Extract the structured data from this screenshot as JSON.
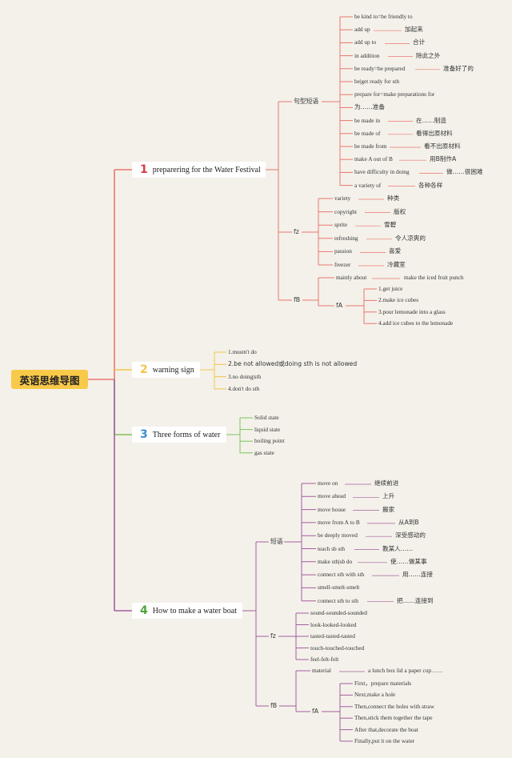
{
  "root": "英语思维导图",
  "b1": {
    "num": "1",
    "title": "preparering for the Water Festival",
    "g1": "句型短语",
    "phrases": [
      [
        "be kind to=be friendly to",
        ""
      ],
      [
        "add up",
        "加起来"
      ],
      [
        "add up to",
        "合计"
      ],
      [
        "in addition",
        "除此之外"
      ],
      [
        "be ready=be prepared",
        "准备好了的"
      ],
      [
        "be|get ready for sth",
        ""
      ],
      [
        "prepare for=make preparations for",
        ""
      ],
      [
        "为……准备",
        ""
      ],
      [
        "be made in",
        "在……制造"
      ],
      [
        "be made of",
        "看得出原材料"
      ],
      [
        "be made from",
        "看不出原材料"
      ],
      [
        "make A out of B",
        "用B制作A"
      ],
      [
        "have difficulty in doing",
        "做……很困难"
      ],
      [
        "a variety of",
        "各种各样"
      ]
    ],
    "g2": "fz",
    "fz": [
      [
        "variety",
        "种类"
      ],
      [
        "copyright",
        "版权"
      ],
      [
        "sprite",
        "雪碧"
      ],
      [
        "refreshing",
        "令人凉爽的"
      ],
      [
        "passion",
        "喜爱"
      ],
      [
        "freezer",
        "冷藏室"
      ]
    ],
    "g3": "fB",
    "fb_main": [
      "mainly about",
      "make the iced fruit punch"
    ],
    "fa": "fA",
    "fa_items": [
      "1.get juice",
      "2.make ice cubes",
      "3.pour lemonade into a glass",
      "4.add ice cubes to the lemonade"
    ]
  },
  "b2": {
    "num": "2",
    "title": "warning sign",
    "items": [
      "1.mustn't do",
      "2.be not allowed或doing sth is not allowed",
      "3.no doing|sth",
      "4.don't do sth"
    ]
  },
  "b3": {
    "num": "3",
    "title": "Three forms of water",
    "items": [
      "Solid state",
      "liquid state",
      "boiling point",
      "gas state"
    ]
  },
  "b4": {
    "num": "4",
    "title": "How to make a water boat",
    "g1": "短语",
    "phrases": [
      [
        "move on",
        "继续前进"
      ],
      [
        "move ahead",
        "上升"
      ],
      [
        "move house",
        "搬家"
      ],
      [
        "move from A to B",
        "从A到B"
      ],
      [
        "be deeply moved",
        "深受感动的"
      ],
      [
        "teach sb sth",
        "教某人……"
      ],
      [
        "make sth|sb do",
        "使……做某事"
      ],
      [
        "connect sth with sth",
        "用……连接"
      ],
      [
        "smell-smelt-smelt",
        ""
      ],
      [
        "connect sth to sth",
        "把……连接到"
      ]
    ],
    "g2": "fz",
    "fz": [
      "sound-sounded-sounded",
      "look-looked-looked",
      "tasted-tasted-tasted",
      "touch-touched-touched",
      "feel-felt-felt"
    ],
    "g3": "fB",
    "fb_main": [
      "material",
      "a lunch box lid a paper cup……"
    ],
    "fa": "fA",
    "fa_items": [
      "First，prepare materials",
      "Next,make a hole",
      "Then,connect the holes with straw",
      "Then,stick them together the tape",
      "After that,decorate the boat",
      "Finally,put it on the water"
    ]
  },
  "colors": {
    "root": "#f9c94a",
    "b1": "#e9776e",
    "b2": "#f3c54b",
    "b3": "#7cc35a",
    "b4": "#a35ea0",
    "n1": "#d93a4a",
    "n2": "#f3c54b",
    "n3": "#3b8fd0",
    "n4": "#4ea63a"
  }
}
